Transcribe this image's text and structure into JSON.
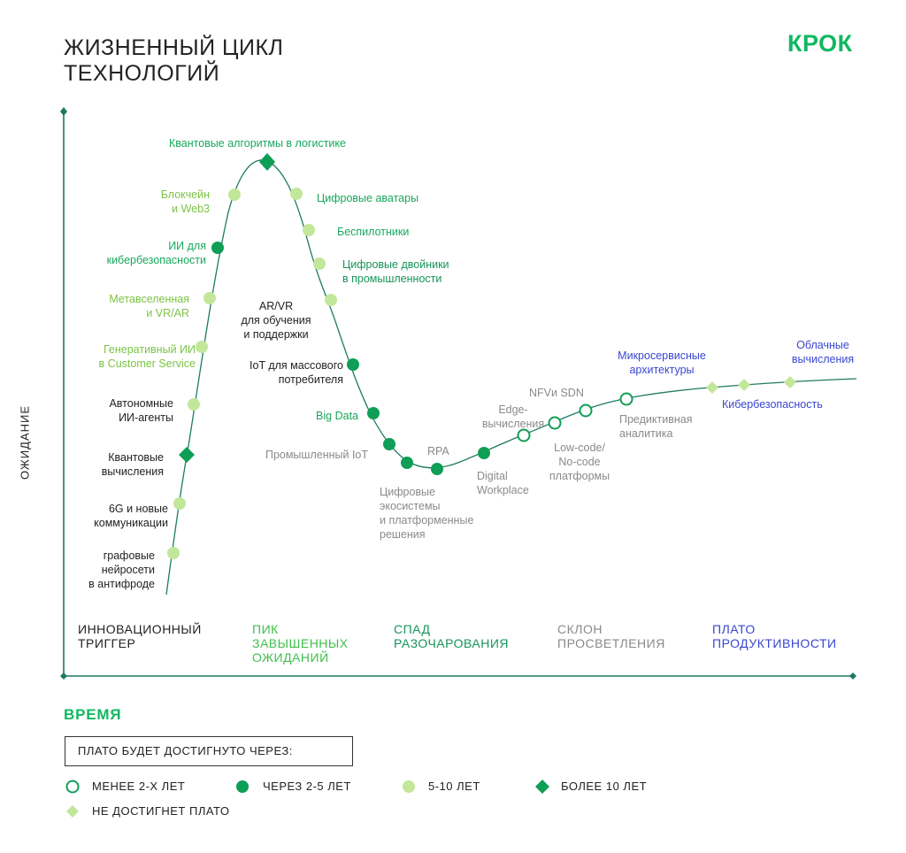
{
  "title": {
    "line1": "ЖИЗНЕННЫЙ ЦИКЛ",
    "line2": "ТЕХНОЛОГИЙ"
  },
  "logo": "КРОК",
  "axis": {
    "y": "ОЖИДАНИЕ",
    "x": "ВРЕМЯ"
  },
  "phases": [
    {
      "line1": "ИННОВАЦИОННЫЙ",
      "line2": "ТРИГГЕР",
      "line3": "",
      "color": "#222222"
    },
    {
      "line1": "ПИК",
      "line2": "ЗАВЫШЕННЫХ",
      "line3": "ОЖИДАНИЙ",
      "color": "#3fbf4a"
    },
    {
      "line1": "СПАД",
      "line2": "РАЗОЧАРОВАНИЯ",
      "line3": "",
      "color": "#16945a"
    },
    {
      "line1": "СКЛОН",
      "line2": "ПРОСВЕТЛЕНИЯ",
      "line3": "",
      "color": "#8a8a8a"
    },
    {
      "line1": "ПЛАТО",
      "line2": "ПРОДУКТИВНОСТИ",
      "line3": "",
      "color": "#3a46d0"
    }
  ],
  "technologies": [
    {
      "label": [
        "графовые",
        "нейросети",
        "в антифроде"
      ],
      "category": "5-10"
    },
    {
      "label": [
        "6G и новые",
        "коммуникации"
      ],
      "category": "5-10"
    },
    {
      "label": [
        "Квантовые",
        "вычисления"
      ],
      "category": ">10"
    },
    {
      "label": [
        "Автономные",
        "ИИ-агенты"
      ],
      "category": "5-10"
    },
    {
      "label": [
        "Генеративный ИИ",
        "в Customer Service"
      ],
      "category": "5-10"
    },
    {
      "label": [
        "Метавселенная",
        "и VR/AR"
      ],
      "category": "5-10"
    },
    {
      "label": [
        "ИИ для",
        "кибербезопасности"
      ],
      "category": "2-5"
    },
    {
      "label": [
        "Блокчейн",
        "и Web3"
      ],
      "category": "5-10"
    },
    {
      "label": [
        "Квантовые алгоритмы в логистике"
      ],
      "category": ">10"
    },
    {
      "label": [
        "Цифровые аватары"
      ],
      "category": "5-10"
    },
    {
      "label": [
        "Беспилотники"
      ],
      "category": "5-10"
    },
    {
      "label": [
        "Цифровые двойники",
        "в промышленности"
      ],
      "category": "5-10"
    },
    {
      "label": [
        "AR/VR",
        "для обучения",
        "и поддержки"
      ],
      "category": "5-10"
    },
    {
      "label": [
        "IoT для массового",
        "потребителя"
      ],
      "category": "2-5"
    },
    {
      "label": [
        "Big Data"
      ],
      "category": "2-5"
    },
    {
      "label": [
        "Промышленный IoT"
      ],
      "category": "2-5"
    },
    {
      "label": [
        "Цифровые",
        "экосистемы",
        "и платформенные",
        "решения"
      ],
      "category": "2-5"
    },
    {
      "label": [
        "RPA"
      ],
      "category": "2-5"
    },
    {
      "label": [
        "Digital",
        "Workplace"
      ],
      "category": "2-5"
    },
    {
      "label": [
        "Edge-",
        "вычисления"
      ],
      "category": "<2"
    },
    {
      "label": [
        "Low-code/",
        "No-code",
        "платформы"
      ],
      "category": "<2"
    },
    {
      "label": [
        "NFVи SDN"
      ],
      "category": "<2"
    },
    {
      "label": [
        "Предиктивная",
        "аналитика"
      ],
      "category": "<2"
    },
    {
      "label": [
        "Микросервисные",
        "архитектуры"
      ],
      "category": "never"
    },
    {
      "label": [
        "Кибербезопасность"
      ],
      "category": "never"
    },
    {
      "label": [
        "Облачные",
        "вычисления"
      ],
      "category": "never"
    }
  ],
  "legend": {
    "title": "ПЛАТО БУДЕТ ДОСТИГНУТО ЧЕРЕЗ:",
    "items": [
      {
        "marker": "hollow-circle",
        "label": "МЕНЕЕ 2-Х ЛЕТ"
      },
      {
        "marker": "filled-circle-green",
        "label": "ЧЕРЕЗ 2-5 ЛЕТ"
      },
      {
        "marker": "filled-circle-light",
        "label": "5-10 ЛЕТ"
      },
      {
        "marker": "diamond-green",
        "label": "БОЛЕЕ 10 ЛЕТ"
      },
      {
        "marker": "diamond-light",
        "label": "НЕ ДОСТИГНЕТ ПЛАТО"
      }
    ]
  },
  "colors": {
    "dark_green": "#0e9e55",
    "light_green": "#bfe58f",
    "brand": "#10b860",
    "blue": "#3a46d0",
    "axis": "#1d7a64"
  }
}
